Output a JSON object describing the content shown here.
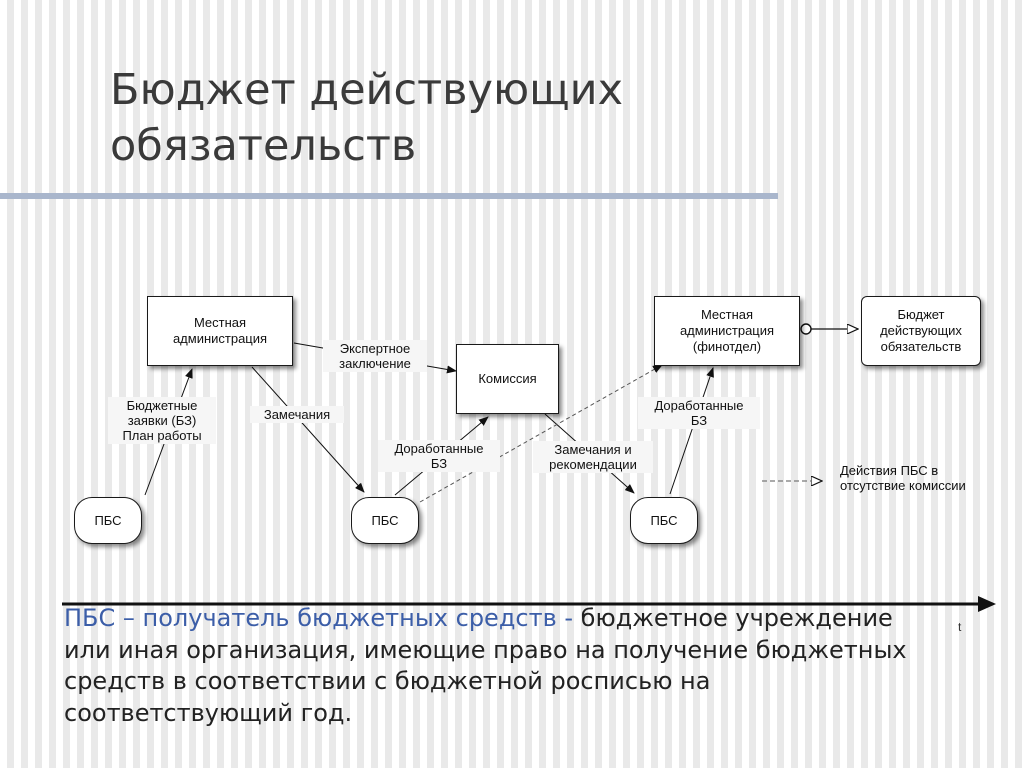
{
  "title": {
    "line1": "Бюджет действующих",
    "line2": "обязательств"
  },
  "diagram": {
    "nodes": {
      "admin_top": "Местная администрация",
      "commission": "Комиссия",
      "admin_fin": "Местная администрация (финотдел)",
      "budget": "Бюджет действующих обязательств",
      "pbs1": "ПБС",
      "pbs2": "ПБС",
      "pbs3": "ПБС"
    },
    "edges": {
      "bz_plan_line1": "Бюджетные",
      "bz_plan_line2": "заявки (БЗ)",
      "bz_plan_line3": "План работы",
      "remarks": "Замечания",
      "expert_line1": "Экспертное",
      "expert_line2": "заключение",
      "revised_bz1_line1": "Доработанные",
      "revised_bz1_line2": "БЗ",
      "remarks_rec_line1": "Замечания и",
      "remarks_rec_line2": "рекомендации",
      "revised_bz2_line1": "Доработанные",
      "revised_bz2_line2": "БЗ"
    },
    "legend": {
      "line1": "Действия ПБС в",
      "line2": "отсутствие комиссии"
    },
    "axis_label": "t"
  },
  "definition": {
    "term": "ПБС – получатель бюджетных средств -",
    "text": " бюджетное учреждение или иная организация, имеющие право на получение бюджетных средств в соответствии с бюджетной росписью на соответствующий год."
  }
}
